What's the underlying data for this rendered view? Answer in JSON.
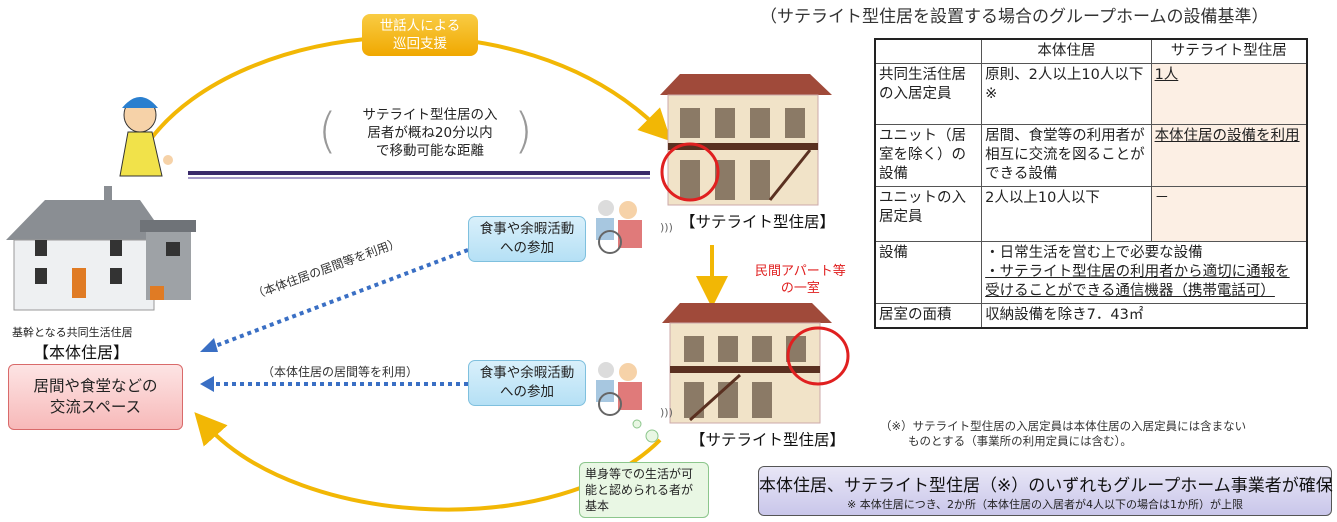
{
  "title": "（サテライト型住居を設置する場合のグループホームの設備基準）",
  "caregiver_bubble": {
    "line1": "世話人による",
    "line2": "巡回支援"
  },
  "distance_note": {
    "line1": "サテライト型住居の入",
    "line2": "居者が概ね20分以内",
    "line3": "で移動可能な距離"
  },
  "participation": {
    "line1": "食事や余暇活動",
    "line2": "への参加"
  },
  "use_label": "（本体住居の居間等を利用）",
  "base_house": {
    "caption": "基幹となる共同生活住居",
    "name": "【本体住居】"
  },
  "common_space": {
    "line1": "居間や食堂などの",
    "line2": "交流スペース"
  },
  "satellite_label": "【サテライト型住居】",
  "apartment_note": {
    "line1": "民間アパート等",
    "line2": "の一室"
  },
  "eligibility_note": "単身等での生活が可能と認められる者が基本",
  "colors": {
    "yellow": "#f2b705",
    "blue_dots": "#3a6fc4",
    "link_line": "#3a2a6a",
    "red_circle": "#e02020",
    "honbu_bg": "#fcefe4"
  },
  "icons": [
    "caregiver-figure",
    "house-illustration",
    "apartment-building",
    "wheelchair-figure",
    "signal-waves"
  ],
  "table": {
    "headers": [
      "",
      "本体住居",
      "サテライト型住居"
    ],
    "rows": [
      {
        "label": "共同生活住居の入居定員",
        "honbu": "原則、2人以上10人以下 ※",
        "sat": "1人"
      },
      {
        "label": "ユニット（居室を除く）の設備",
        "honbu": "居間、食堂等の利用者が相互に交流を図ることができる設備",
        "sat": "本体住居の設備を利用"
      },
      {
        "label": "ユニットの入居定員",
        "honbu": "2人以上10人以下",
        "sat": "－"
      },
      {
        "label": "設備",
        "merged_1": "・日常生活を営む上で必要な設備",
        "merged_2": "・サテライト型住居の利用者から適切に通報を受けることができる通信機器（携帯電話可）"
      },
      {
        "label": "居室の面積",
        "merged": "収納設備を除き7．43㎡"
      }
    ]
  },
  "footnote": {
    "line1": "（※）サテライト型住居の入居定員は本体住居の入居定員には含まない",
    "line2": "ものとする（事業所の利用定員には含む）。"
  },
  "bottom_box": {
    "line1": "本体住居、サテライト型住居（※）のいずれもグループホーム事業者が確保",
    "line2": "※ 本体住居につき、2か所（本体住居の入居者が4人以下の場合は1か所）が上限"
  }
}
